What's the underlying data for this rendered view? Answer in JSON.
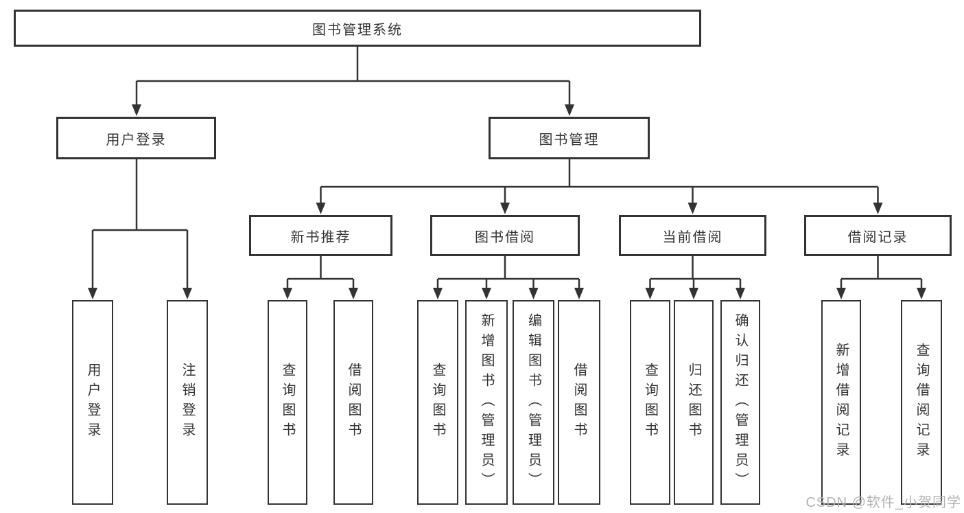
{
  "colors": {
    "line": "#333333",
    "text": "#333333",
    "watermark": "#b3b3b3",
    "background": "#ffffff"
  },
  "watermark": "CSDN @软件_小贺同学",
  "chart_type": "hierarchy-diagram",
  "tree": {
    "root": "图书管理系统",
    "branches": [
      {
        "label": "用户登录",
        "children": [
          "用户登录",
          "注销登录"
        ]
      },
      {
        "label": "图书管理",
        "sections": [
          {
            "label": "新书推荐",
            "children": [
              "查询图书",
              "借阅图书"
            ]
          },
          {
            "label": "图书借阅",
            "children": [
              "查询图书",
              "新增图书（管理员）",
              "编辑图书（管理员）",
              "借阅图书"
            ]
          },
          {
            "label": "当前借阅",
            "children": [
              "查询图书",
              "归还图书",
              "确认归还（管理员）"
            ]
          },
          {
            "label": "借阅记录",
            "children": [
              "新增借阅记录",
              "查询借阅记录"
            ]
          }
        ]
      }
    ]
  }
}
